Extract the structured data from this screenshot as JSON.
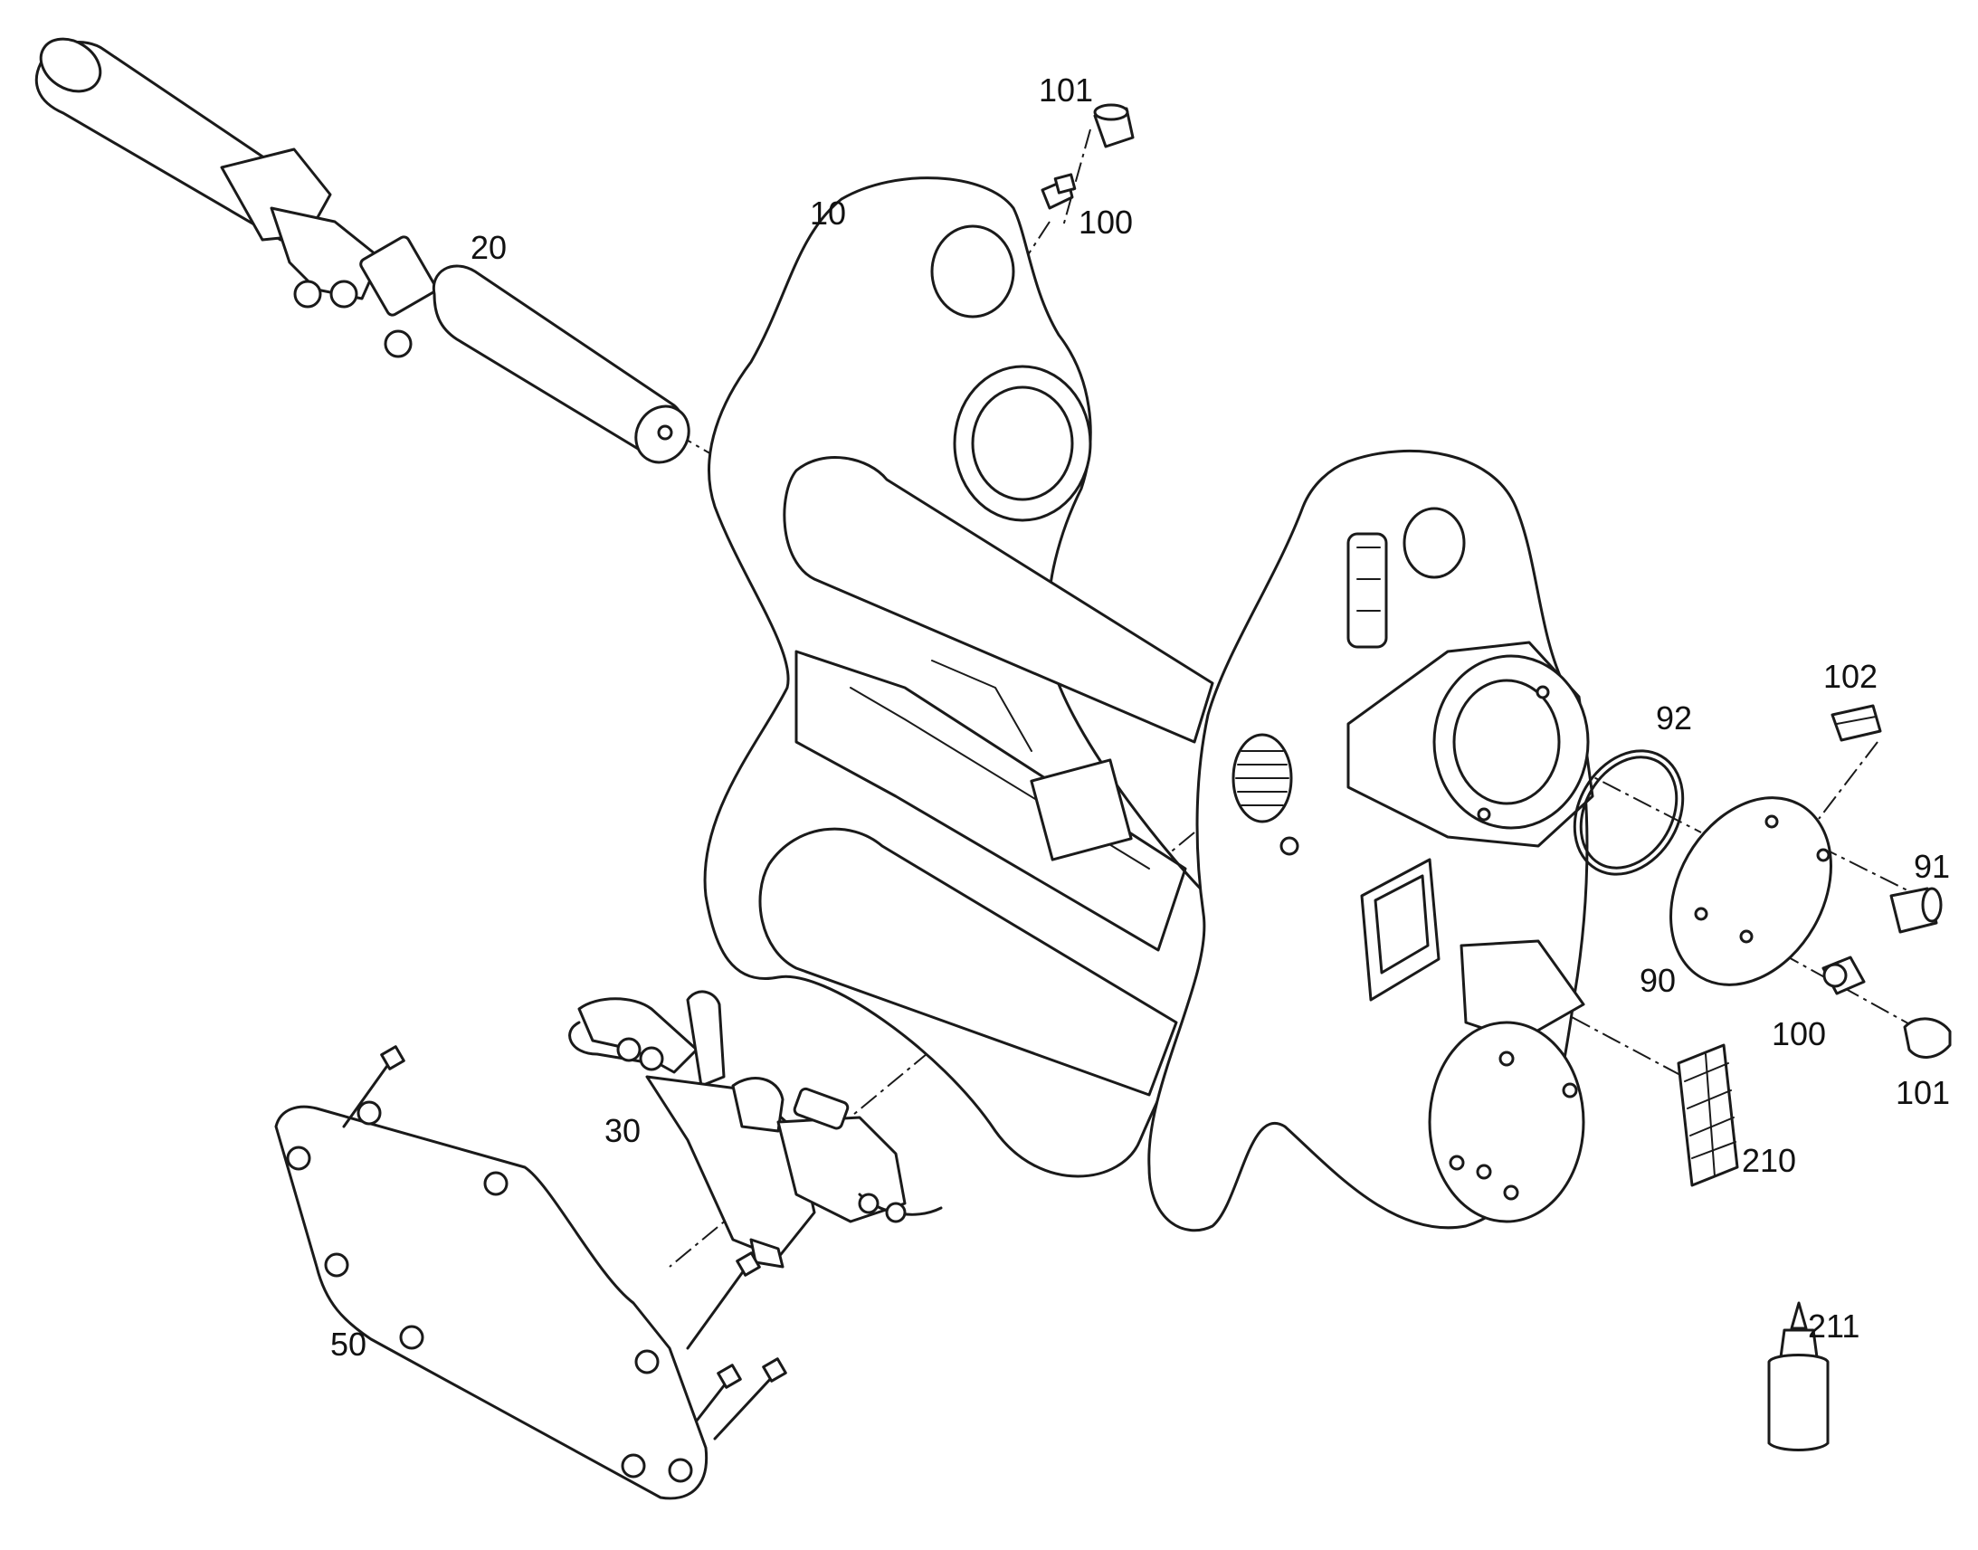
{
  "callouts": {
    "c101_top": "101",
    "c100_top": "100",
    "c10": "10",
    "c20": "20",
    "c102": "102",
    "c92": "92",
    "c91": "91",
    "c90": "90",
    "c100_right": "100",
    "c101_right": "101",
    "c30": "30",
    "c210": "210",
    "c50": "50",
    "c211": "211"
  },
  "colors": {
    "line": "#1a1a1a",
    "background": "#ffffff"
  }
}
